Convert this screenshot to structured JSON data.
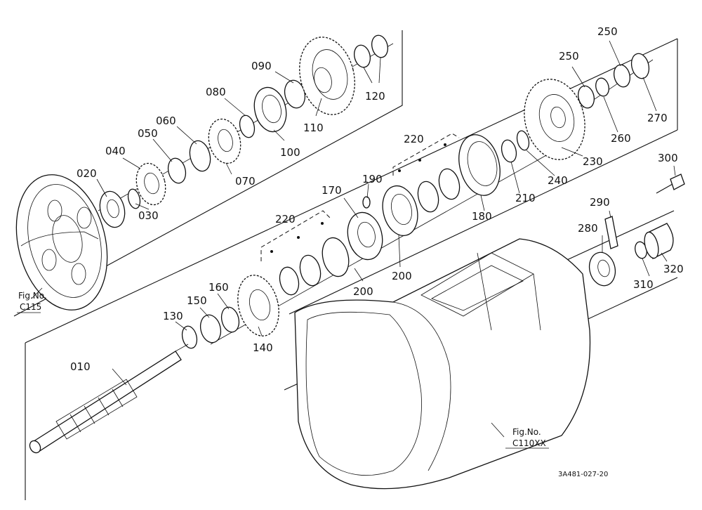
{
  "figure_refs": [
    {
      "id": "c115",
      "lines": [
        "Fig.No.",
        "C115"
      ]
    },
    {
      "id": "c110xx",
      "lines": [
        "Fig.No.",
        "C110XX"
      ]
    }
  ],
  "drawing_code": "3A481-027-20",
  "parts": [
    {
      "id": "p010",
      "number": "010"
    },
    {
      "id": "p020",
      "number": "020"
    },
    {
      "id": "p030",
      "number": "030"
    },
    {
      "id": "p040",
      "number": "040"
    },
    {
      "id": "p050",
      "number": "050"
    },
    {
      "id": "p060",
      "number": "060"
    },
    {
      "id": "p070",
      "number": "070"
    },
    {
      "id": "p080",
      "number": "080"
    },
    {
      "id": "p090",
      "number": "090"
    },
    {
      "id": "p100",
      "number": "100"
    },
    {
      "id": "p110",
      "number": "110"
    },
    {
      "id": "p120",
      "number": "120"
    },
    {
      "id": "p130",
      "number": "130"
    },
    {
      "id": "p140",
      "number": "140"
    },
    {
      "id": "p150",
      "number": "150"
    },
    {
      "id": "p160",
      "number": "160"
    },
    {
      "id": "p170",
      "number": "170"
    },
    {
      "id": "p180",
      "number": "180"
    },
    {
      "id": "p190",
      "number": "190"
    },
    {
      "id": "p200a",
      "number": "200"
    },
    {
      "id": "p200b",
      "number": "200"
    },
    {
      "id": "p210",
      "number": "210"
    },
    {
      "id": "p220a",
      "number": "220"
    },
    {
      "id": "p220b",
      "number": "220"
    },
    {
      "id": "p230",
      "number": "230"
    },
    {
      "id": "p240",
      "number": "240"
    },
    {
      "id": "p250a",
      "number": "250"
    },
    {
      "id": "p250b",
      "number": "250"
    },
    {
      "id": "p260",
      "number": "260"
    },
    {
      "id": "p270",
      "number": "270"
    },
    {
      "id": "p280",
      "number": "280"
    },
    {
      "id": "p290",
      "number": "290"
    },
    {
      "id": "p300",
      "number": "300"
    },
    {
      "id": "p310",
      "number": "310"
    },
    {
      "id": "p320",
      "number": "320"
    }
  ]
}
